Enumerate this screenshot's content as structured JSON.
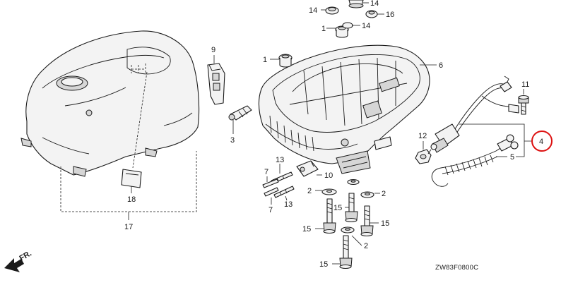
{
  "callouts": {
    "p14a": "14",
    "p14b": "14",
    "p14c": "14",
    "p16": "16",
    "p1a": "1",
    "p1b": "1",
    "p9": "9",
    "p6": "6",
    "p11": "11",
    "p3": "3",
    "p12": "12",
    "p4": "4",
    "p5": "5",
    "p13a": "13",
    "p13b": "13",
    "p10": "10",
    "p7a": "7",
    "p7b": "7",
    "p2a": "2",
    "p2b": "2",
    "p2c": "2",
    "p15a": "15",
    "p15b": "15",
    "p15c": "15",
    "p15d": "15",
    "p18": "18",
    "p17": "17"
  },
  "front_label": "FR.",
  "diagram_code": "ZW83F0800C",
  "highlight_color": "#dd1111"
}
